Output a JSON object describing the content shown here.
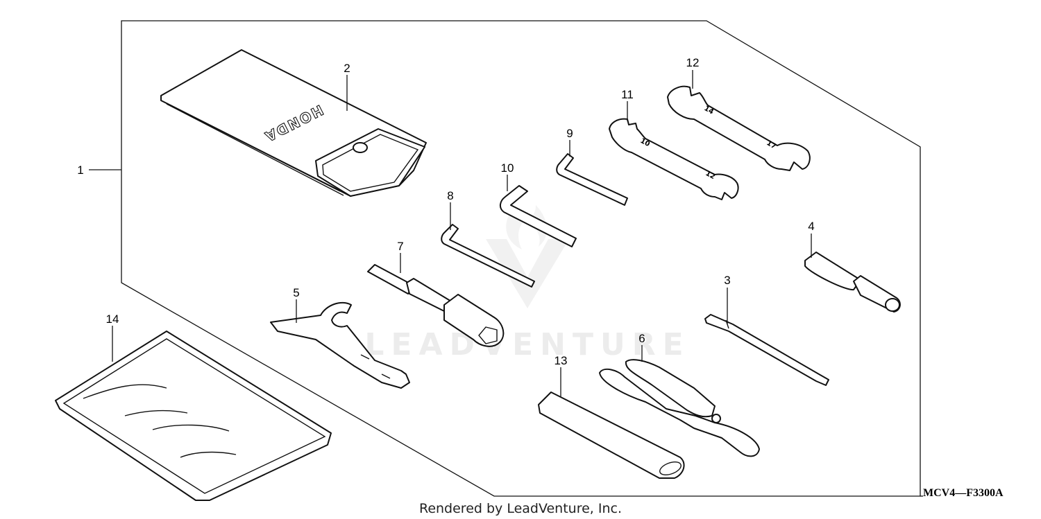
{
  "callouts": [
    {
      "id": "1",
      "part": "tool-kit-assembly"
    },
    {
      "id": "2",
      "part": "tool-bag"
    },
    {
      "id": "3",
      "part": "screwdriver"
    },
    {
      "id": "4",
      "part": "screwdriver-grip"
    },
    {
      "id": "5",
      "part": "pin-spanner"
    },
    {
      "id": "6",
      "part": "pliers"
    },
    {
      "id": "7",
      "part": "plug-wrench"
    },
    {
      "id": "8",
      "part": "hex-wrench-small"
    },
    {
      "id": "9",
      "part": "hex-wrench-short"
    },
    {
      "id": "10",
      "part": "hex-wrench-large"
    },
    {
      "id": "11",
      "part": "open-end-wrench-10x12"
    },
    {
      "id": "12",
      "part": "open-end-wrench-14x17"
    },
    {
      "id": "13",
      "part": "extension-bar"
    },
    {
      "id": "14",
      "part": "manual-bag"
    }
  ],
  "bag_brand": "HONDA",
  "wrench_11_marks": [
    "10",
    "12"
  ],
  "wrench_12_marks": [
    "14",
    "17"
  ],
  "diagram_code": "MCV4—F3300A",
  "footer": "Rendered by LeadVenture, Inc.",
  "watermark": "LEADVENTURE"
}
